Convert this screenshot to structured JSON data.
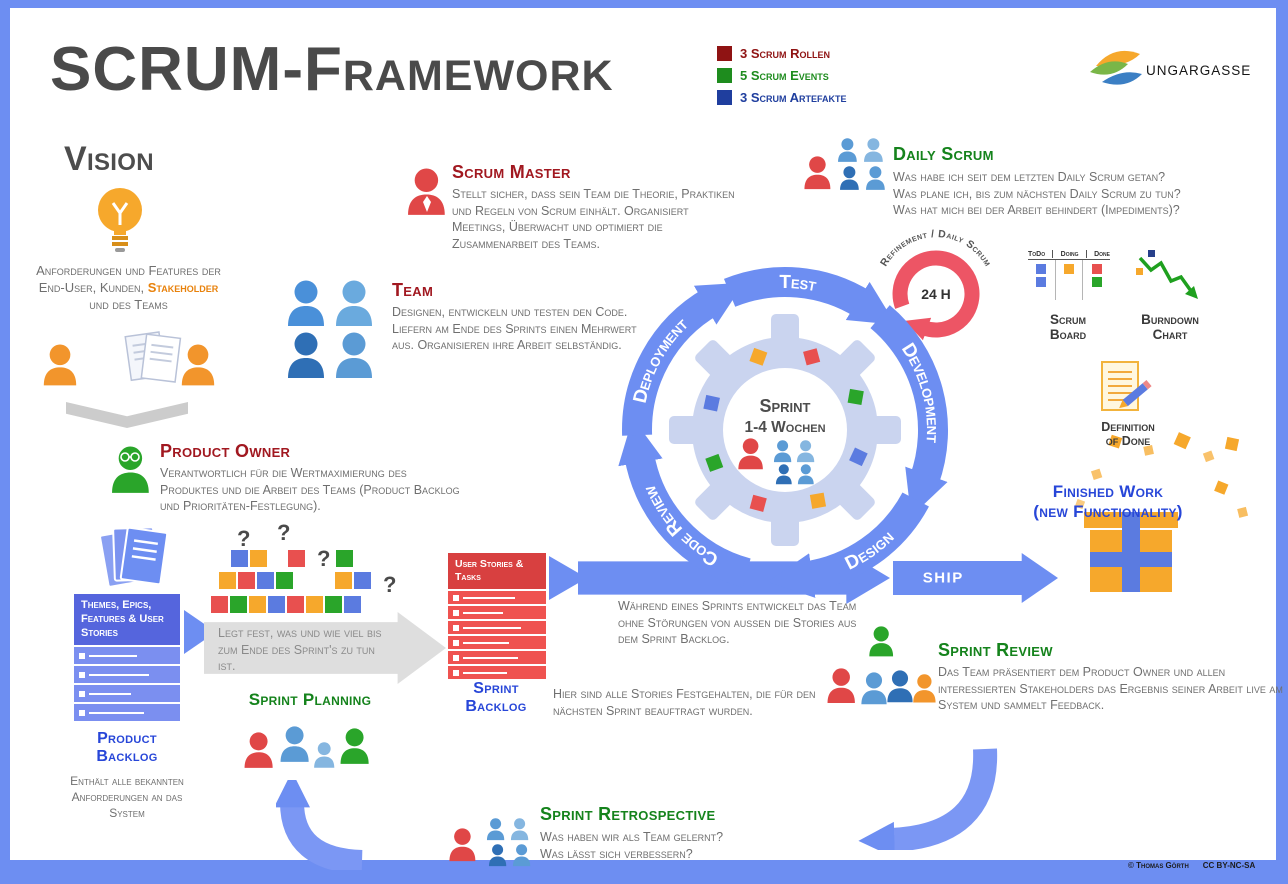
{
  "header": {
    "title": {
      "part1": "SCRUM",
      "part2": "-Framework"
    },
    "legend": [
      {
        "label": "3 Scrum Rollen",
        "color": "#8f1313"
      },
      {
        "label": "5 Scrum Events",
        "color": "#1e8c1e"
      },
      {
        "label": "3 Scrum Artefakte",
        "color": "#1f3e9e"
      }
    ],
    "logo": "UNGARGASSE"
  },
  "colors": {
    "accent_blue": "#6d8ef2",
    "role_red": "#a11820",
    "event_green": "#15831c",
    "artifact_blue": "#2746d8",
    "orange": "#f6a82c",
    "block_red": "#e8504f",
    "block_green": "#2aa52a",
    "block_blue": "#5b7be0"
  },
  "vision": {
    "title": "Vision",
    "text_pre": "Anforderungen und Features der End-User, Kunden, ",
    "text_highlight": "Stakeholder",
    "text_post": " und des Teams"
  },
  "scrum_master": {
    "title": "Scrum Master",
    "text": "Stellt sicher, dass sein Team die Theorie, Praktiken und Regeln von Scrum einhält. Organisiert Meetings, Überwacht und optimiert die Zusammenarbeit des Teams."
  },
  "team": {
    "title": "Team",
    "text": "Designen, entwickeln und testen den Code. Liefern am Ende des Sprints einen Mehrwert aus. Organisieren ihre Arbeit selbständig."
  },
  "product_owner": {
    "title": "Product Owner",
    "text": "Verantwortlich für die Wertmaximierung des Produktes und die Arbeit des Teams (Product Backlog und Prioritäten-Festlegung)."
  },
  "daily_scrum": {
    "title": "Daily Scrum",
    "q1": "Was habe ich seit dem letzten Daily Scrum getan?",
    "q2": "Was plane ich, bis zum nächsten Daily Scrum zu tun?",
    "q3": "Was hat mich bei der Arbeit behindert (Impediments)?"
  },
  "refinement": {
    "arc_label": "Refinement / Daily Scrum",
    "center": "24 H"
  },
  "scrum_board": {
    "label1": "Scrum",
    "label2": "Board",
    "col1": "ToDo",
    "col2": "Doing",
    "col3": "Done"
  },
  "burndown": {
    "label1": "Burndown",
    "label2": "Chart"
  },
  "definition_of_done": {
    "label1": "Definition",
    "label2": "of Done"
  },
  "cycle": {
    "deployment": "Deployment",
    "test": "Test",
    "development": "Development",
    "design": "Design",
    "code_review": "Code Review",
    "center1": "Sprint",
    "center2": "1-4 Wochen"
  },
  "sprint_flow": {
    "text": "Während eines Sprints entwickelt das Team ohne Störungen von aussen die Stories aus dem Sprint Backlog.",
    "ship": "SHIP"
  },
  "finished_work": {
    "line1": "Finished Work",
    "line2": "(new Functionality)"
  },
  "product_backlog": {
    "panel_title": "Themes, Epics, Features & User Stories",
    "title1": "Product",
    "title2": "Backlog",
    "text": "Enthält alle bekannten Anforderungen an das System"
  },
  "sprint_backlog": {
    "panel_title": "User Stories & Tasks",
    "title1": "Sprint",
    "title2": "Backlog",
    "text": "Hier sind alle Stories Festgehalten, die für den nächsten Sprint beauftragt wurden."
  },
  "sprint_planning": {
    "qmark": "?",
    "box_text": "Legt fest, was und wie viel bis zum Ende des Sprint's zu tun ist.",
    "title": "Sprint Planning"
  },
  "sprint_review": {
    "title": "Sprint Review",
    "text": "Das Team präsentiert dem Product Owner und allen interessierten Stakeholders das Ergebnis seiner Arbeit live am System und sammelt Feedback."
  },
  "sprint_retrospective": {
    "title": "Sprint Retrospective",
    "q1": "Was haben wir als Team gelernt?",
    "q2": "Was lässt sich verbessern?"
  },
  "footer": {
    "credit": "© Thomas Görth",
    "license": "CC BY-NC-SA"
  }
}
